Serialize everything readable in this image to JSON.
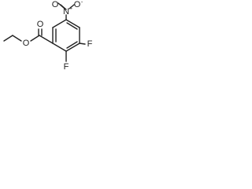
{
  "molecule": {
    "atoms": {
      "nitrogen": "N",
      "nitro_oxygen_double": "O",
      "nitro_oxygen_single": "O",
      "carbonyl_oxygen": "O",
      "ester_oxygen": "O",
      "fluorine_upper": "F",
      "fluorine_lower": "F"
    },
    "charges": {
      "nitrogen_charge": "+",
      "oxygen_charge": "-"
    }
  }
}
